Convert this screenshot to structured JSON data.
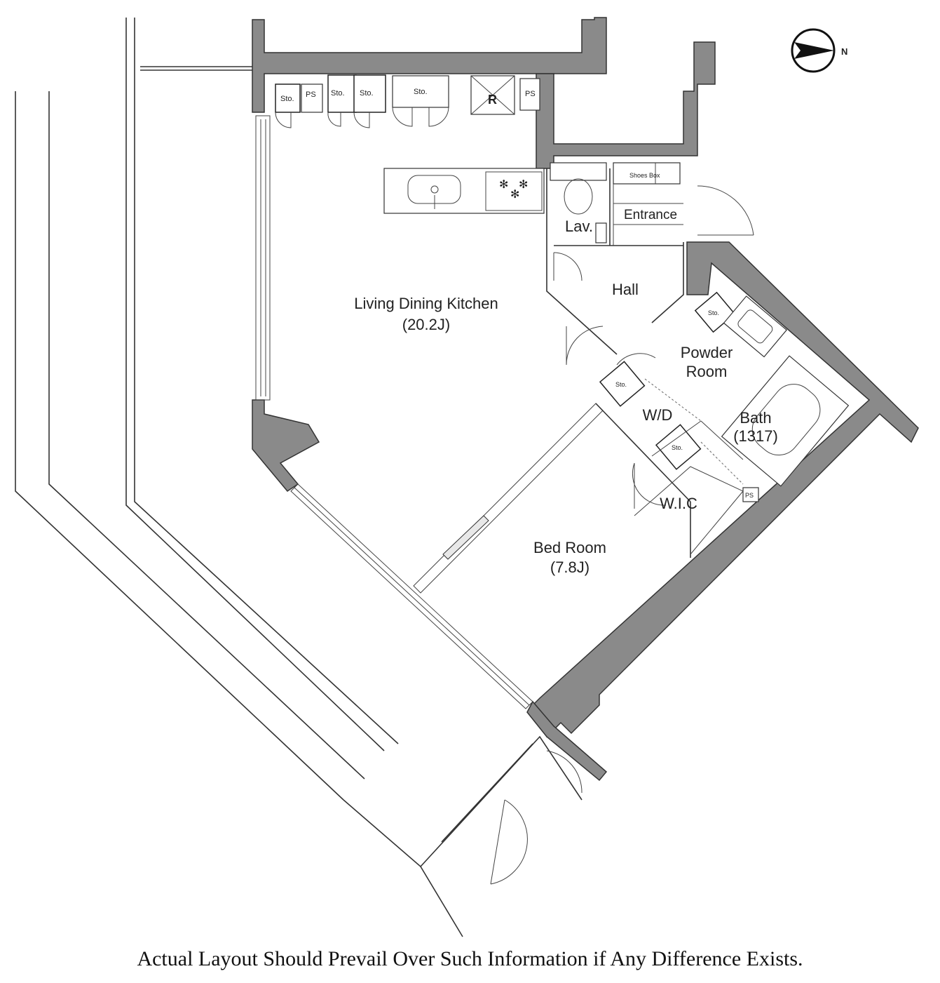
{
  "rooms": {
    "ldk_name": "Living Dining Kitchen",
    "ldk_area": "(20.2J)",
    "bed_name": "Bed Room",
    "bed_area": "(7.8J)",
    "hall": "Hall",
    "lav": "Lav.",
    "entrance": "Entrance",
    "shoes_box": "Shoes Box",
    "powder_line1": "Powder",
    "powder_line2": "Room",
    "bath_name": "Bath",
    "bath_size": "(1317)",
    "wd": "W/D",
    "wic": "W.I.C"
  },
  "fixtures": {
    "sto": "Sto.",
    "ps": "PS",
    "refrigerator": "R"
  },
  "compass": {
    "north": "N"
  },
  "disclaimer": "Actual Layout Should Prevail Over Such Information if Any Difference Exists.",
  "colors": {
    "wall": "#8a8a8a",
    "line": "#333333"
  }
}
